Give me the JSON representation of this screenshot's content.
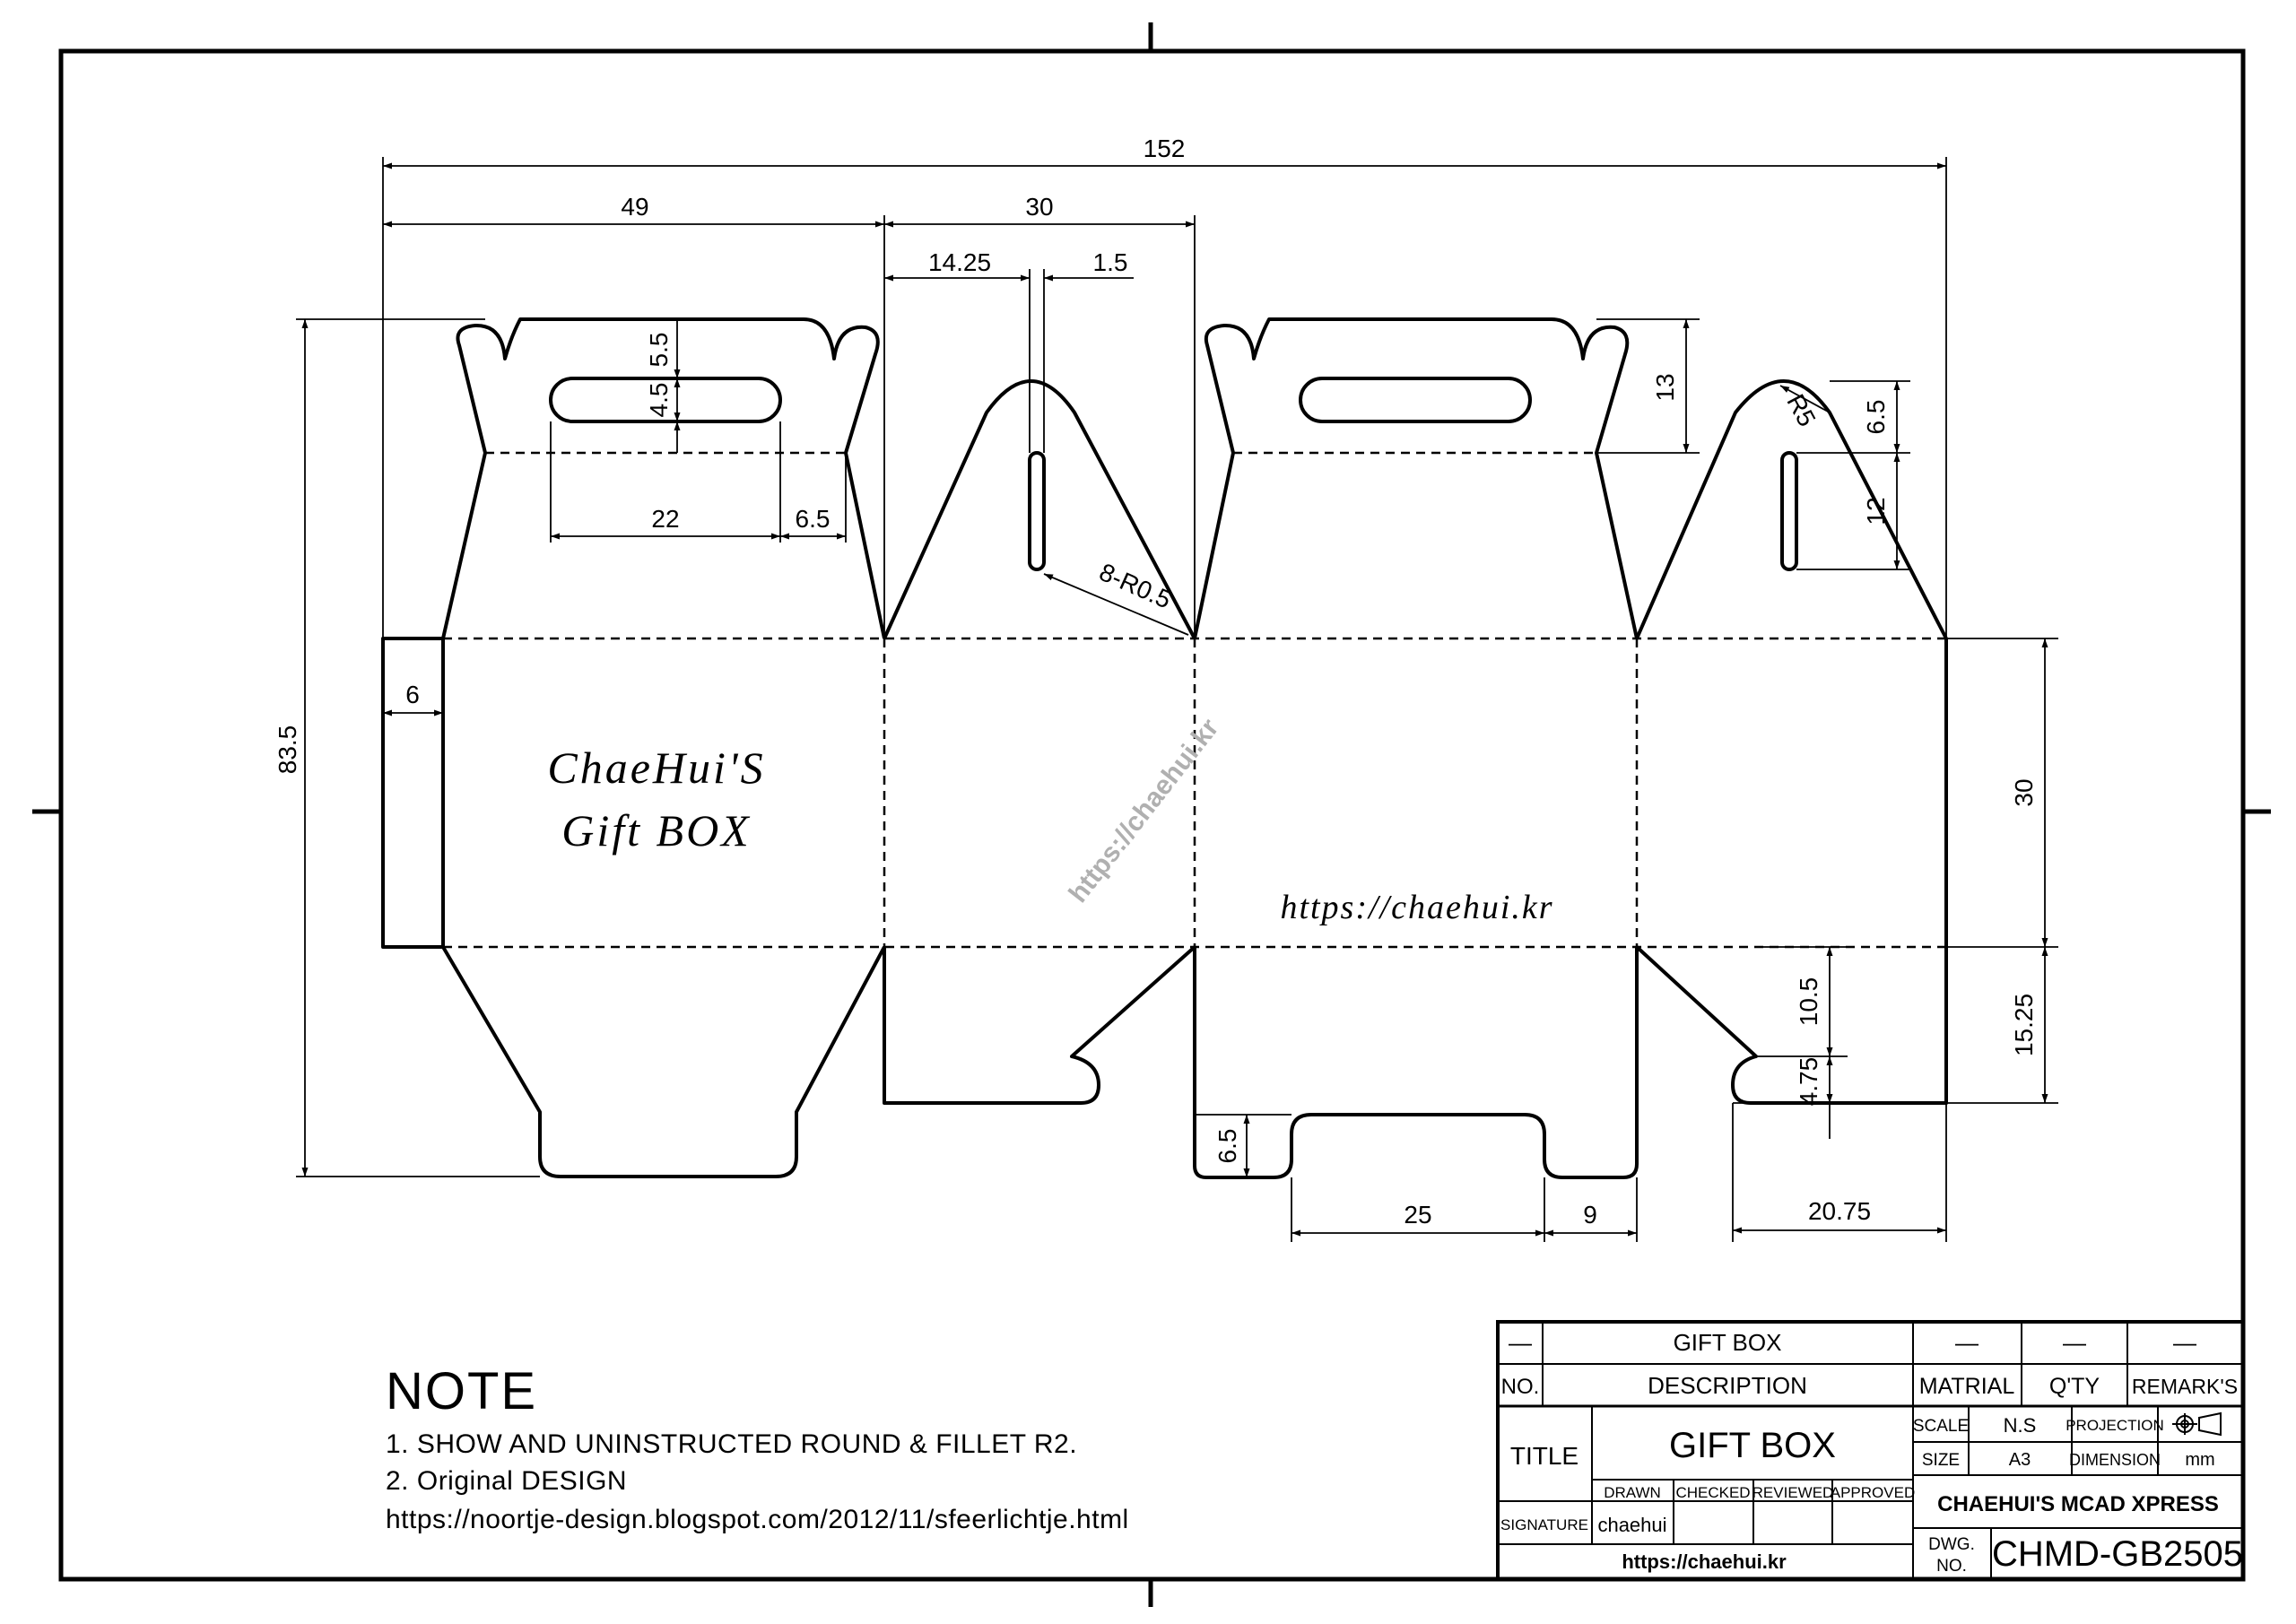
{
  "box_labels": {
    "main_line1": "ChaeHui'S",
    "main_line2": "Gift BOX",
    "url_label": "https://chaehui.kr",
    "watermark": "https://chaehui.kr"
  },
  "dimensions": {
    "overall_width": "152",
    "handle_panel_width": "49",
    "side_panel_width": "30",
    "left_offset": "14.25",
    "slot_width": "1.5",
    "slot_height_a": "5.5",
    "slot_height_b": "4.5",
    "handle_hole_length": "22",
    "handle_hole_margin": "6.5",
    "corner_radius_count": "8-R0.5",
    "glue_flap": "6",
    "overall_height": "83.5",
    "top_flap_height": "13",
    "side_top_radius": "R5",
    "side_slot_offset": "6.5",
    "side_slot_length": "12",
    "body_height": "30",
    "bottom_flap_height": "15.25",
    "bottom_tab_a": "10.5",
    "bottom_tab_b": "4.75",
    "bottom_notch": "6.5",
    "bottom_tab_width": "25",
    "bottom_tab_gap": "9",
    "bottom_side_width": "20.75"
  },
  "note": {
    "title": "NOTE",
    "line1": "1. SHOW AND UNINSTRUCTED ROUND & FILLET R2.",
    "line2": "2. Original DESIGN",
    "line3": "https://noortje-design.blogspot.com/2012/11/sfeerlichtje.html"
  },
  "title_block": {
    "row1": {
      "no": "—",
      "description": "GIFT BOX",
      "material": "—",
      "qty": "—",
      "remarks": "—"
    },
    "headers": {
      "no": "NO.",
      "description": "DESCRIPTION",
      "material": "MATRIAL",
      "qty": "Q'TY",
      "remarks": "REMARK'S"
    },
    "title_label": "TITLE",
    "title_value": "GIFT BOX",
    "scale_label": "SCALE",
    "scale_value": "N.S",
    "projection_label": "PROJECTION",
    "size_label": "SIZE",
    "size_value": "A3",
    "dimension_label": "DIMENSION",
    "dimension_value": "mm",
    "drawn": "DRAWN",
    "checked": "CHECKED",
    "reviewed": "REVIEWED",
    "approved": "APPROVED",
    "signature_label": "SIGNATURE",
    "signature_value": "chaehui",
    "company": "CHAEHUI'S MCAD XPRESS",
    "website": "https://chaehui.kr",
    "dwg_label_1": "DWG.",
    "dwg_label_2": "NO.",
    "dwg_no": "CHMD-GB2505"
  }
}
